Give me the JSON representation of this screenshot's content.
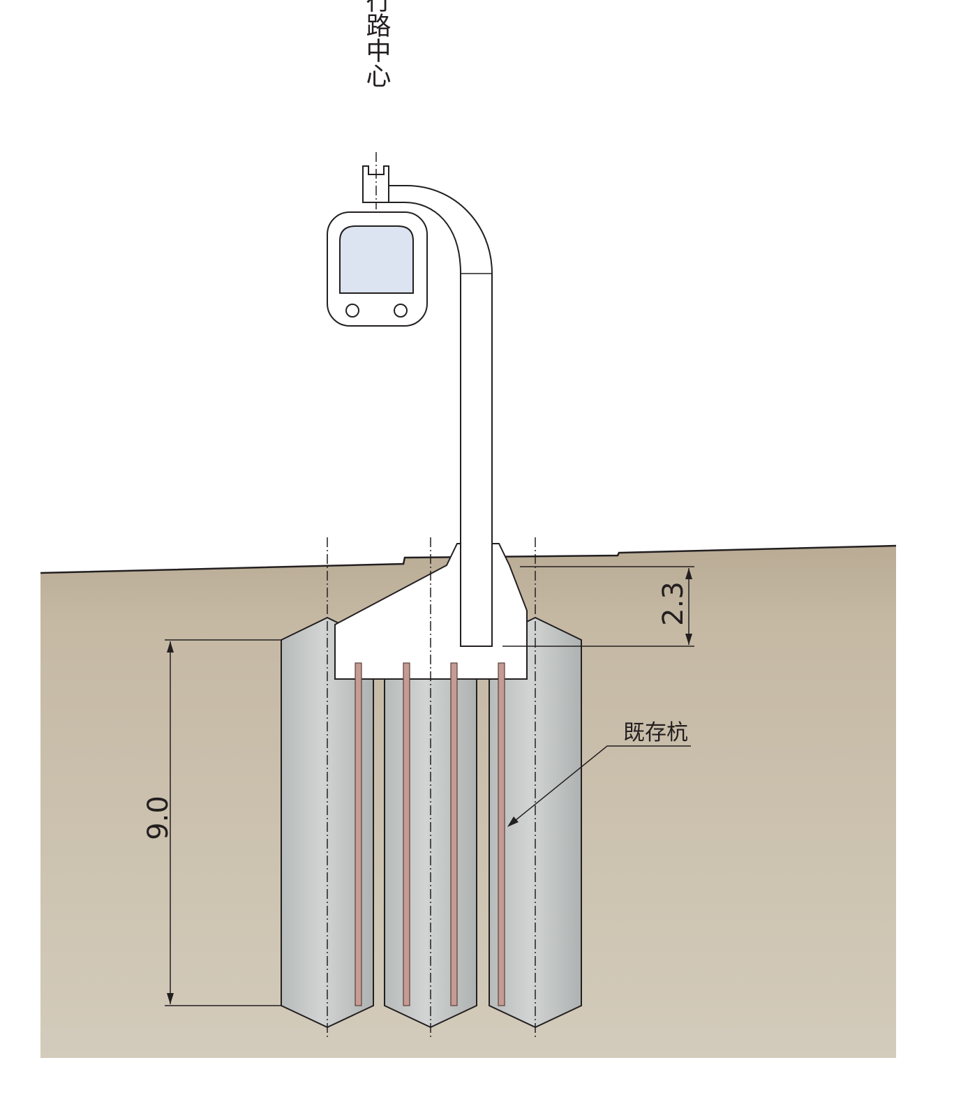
{
  "labels": {
    "track_center": "走行路中心",
    "existing_pile": "既存杭"
  },
  "dimensions": {
    "footing_depth": "2.3",
    "pile_length": "9.0"
  },
  "colors": {
    "ground": "#c9bea9",
    "pile": "#c7cac9",
    "rebar": "#c49c94",
    "window": "#dde4f1",
    "line": "#231f20",
    "structure": "#ffffff"
  }
}
